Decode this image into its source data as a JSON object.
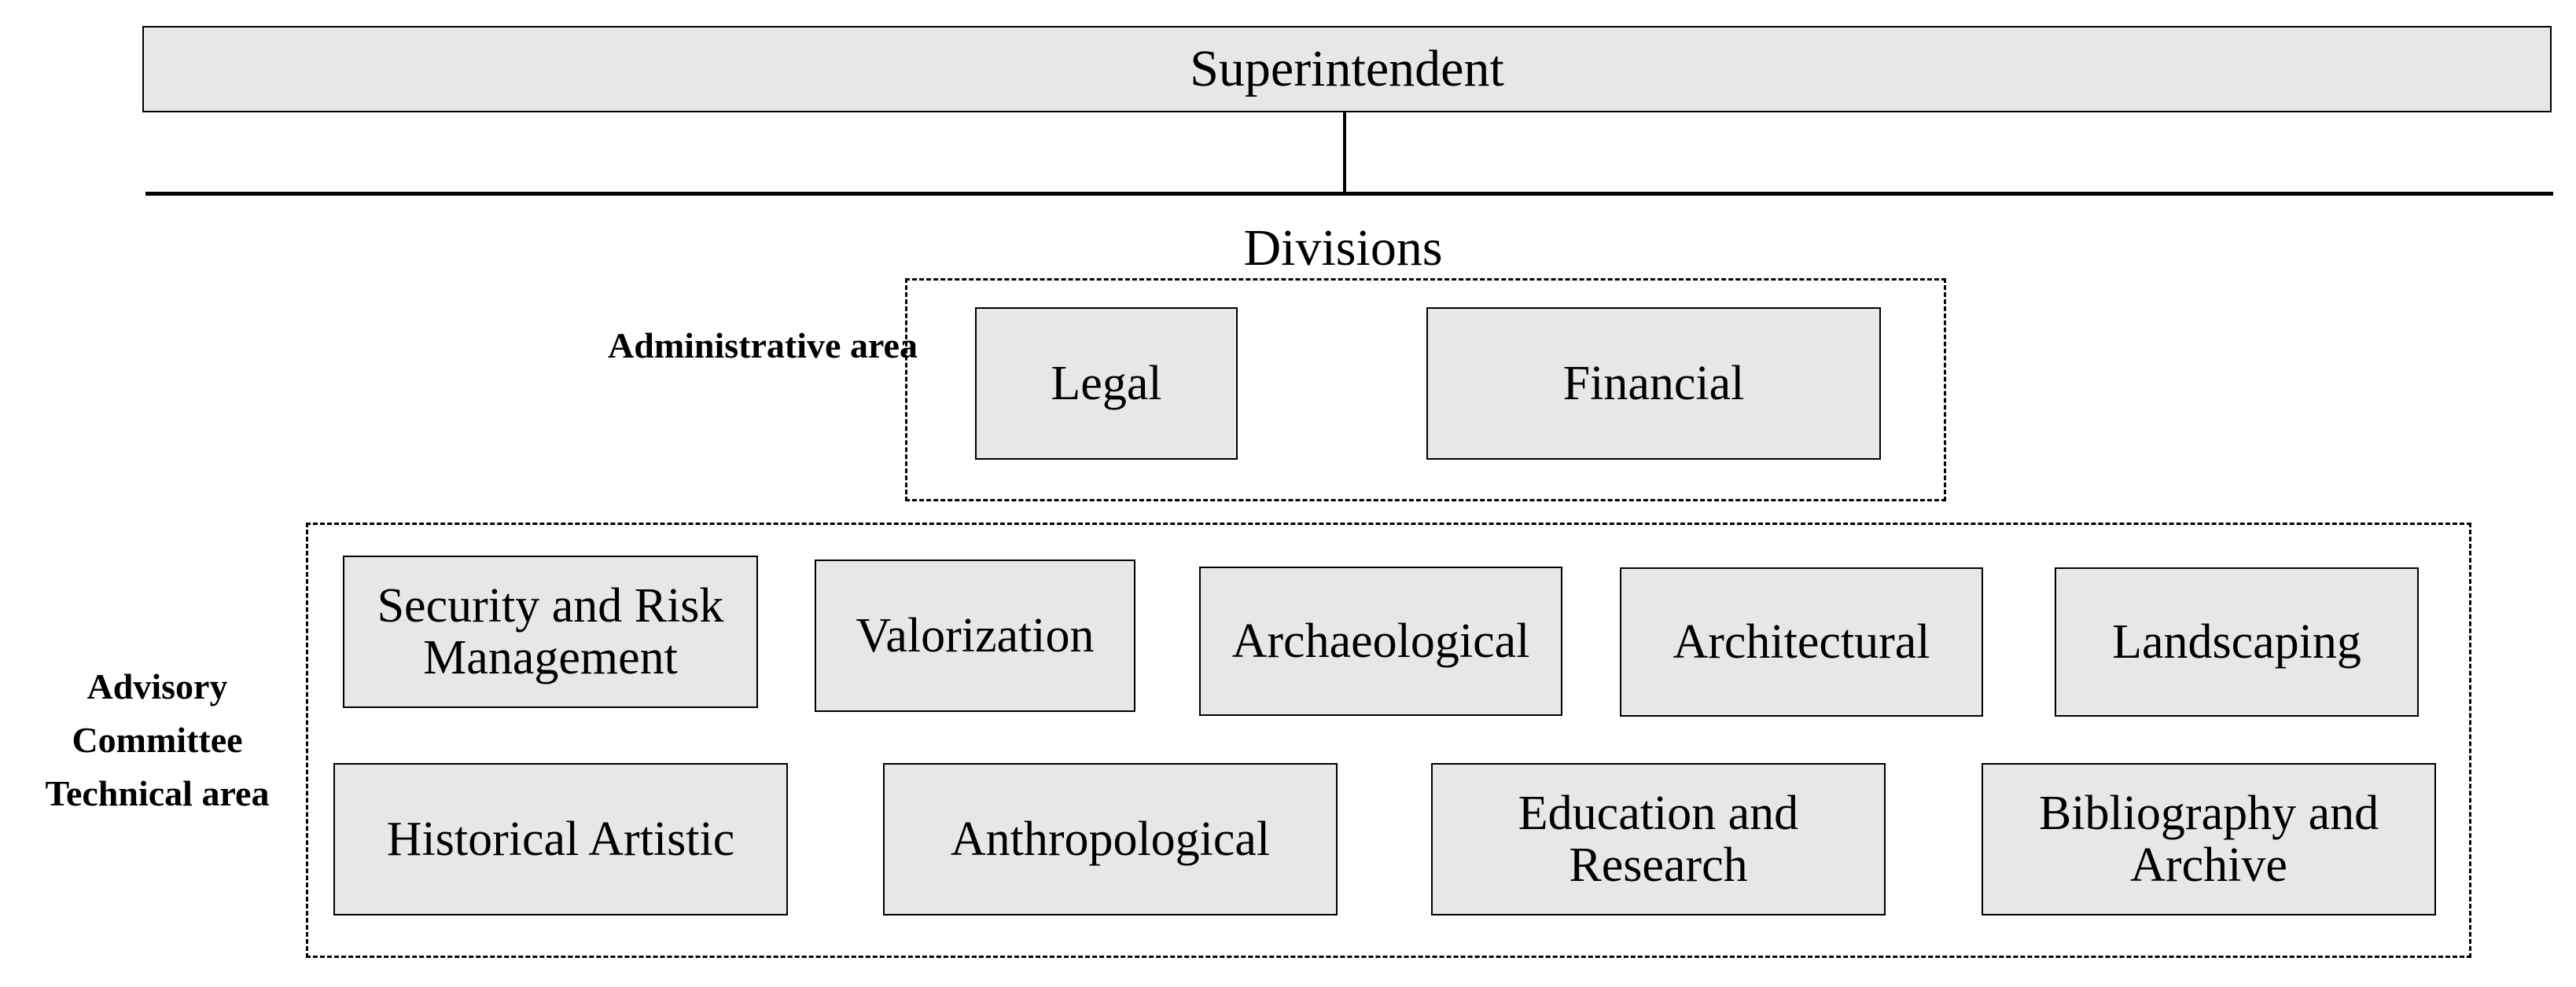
{
  "top": {
    "title": "Superintendent"
  },
  "divisions": {
    "heading": "Divisions"
  },
  "administrative_area": {
    "label": "Administrative area",
    "units": [
      "Legal",
      "Financial"
    ]
  },
  "technical_area": {
    "label": "Advisory Committee Technical area",
    "units": [
      "Security and Risk Management",
      "Valorization",
      "Archaeological",
      "Architectural",
      "Landscaping",
      "Historical Artistic",
      "Anthropological",
      "Education and Research",
      "Bibliography and Archive"
    ]
  },
  "colors": {
    "box_fill": "#e7e7e7",
    "line": "#000000"
  }
}
